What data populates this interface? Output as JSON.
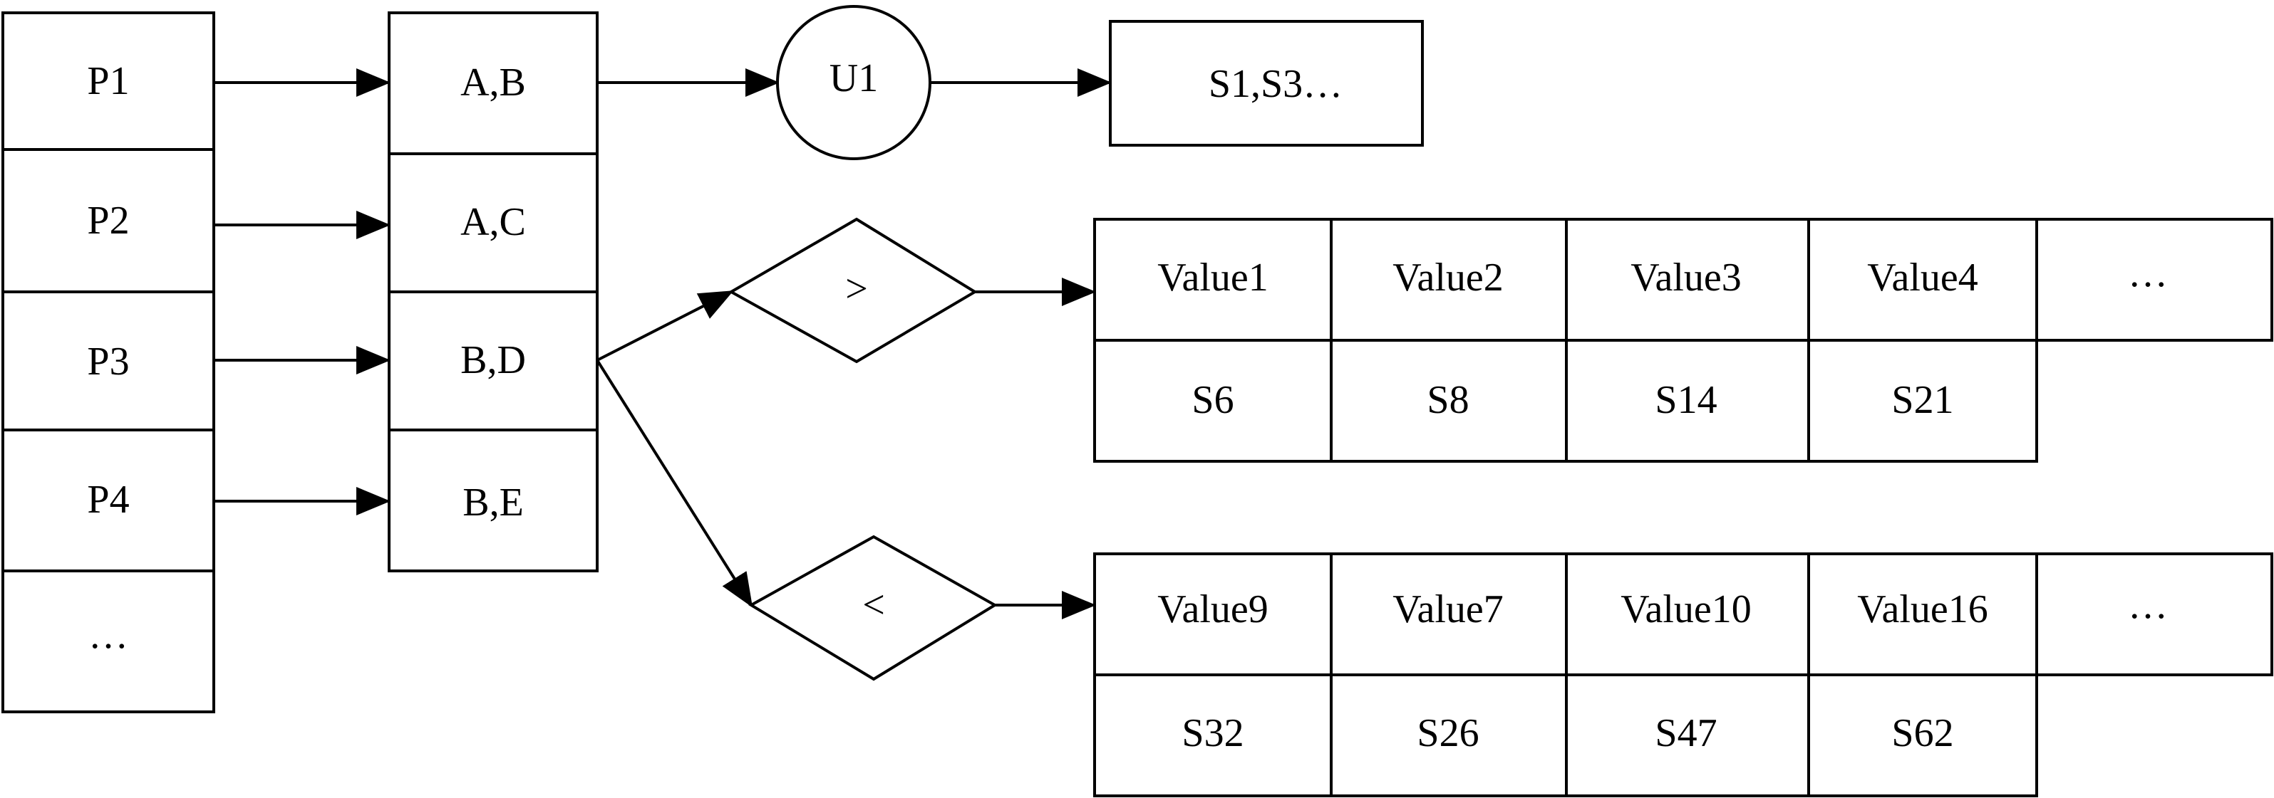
{
  "diagram": {
    "line_color": "#000000",
    "background": "#ffffff",
    "p_column": [
      "P1",
      "P2",
      "P3",
      "P4",
      "…"
    ],
    "pair_column": [
      "A,B",
      "A,C",
      "B,D",
      "B,E"
    ],
    "union_node": {
      "label": "U1"
    },
    "union_result": {
      "label": "S1,S3…"
    },
    "greater_node": {
      "label": ">"
    },
    "less_node": {
      "label": "<"
    },
    "greater_table": {
      "values": [
        "Value1",
        "Value2",
        "Value3",
        "Value4",
        "…"
      ],
      "sets": [
        "S6",
        "S8",
        "S14",
        "S21"
      ]
    },
    "less_table": {
      "values": [
        "Value9",
        "Value7",
        "Value10",
        "Value16",
        "…"
      ],
      "sets": [
        "S32",
        "S26",
        "S47",
        "S62"
      ]
    }
  }
}
